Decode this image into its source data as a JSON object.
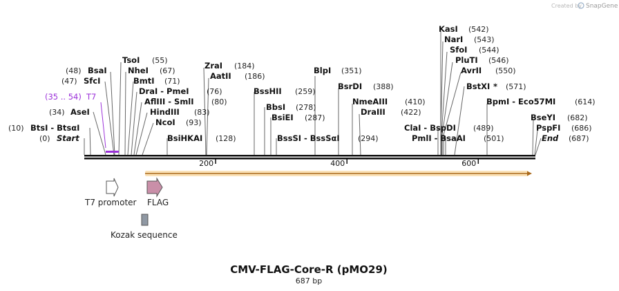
{
  "watermark": {
    "created_by": "Created by",
    "brand": "SnapGene"
  },
  "plasmid": {
    "name": "CMV-FLAG-Core-R (pMO29)",
    "length_label": "687 bp",
    "length_bp": 687
  },
  "ruler_ticks": [
    {
      "bp": 200,
      "label": "200"
    },
    {
      "bp": 400,
      "label": "400"
    },
    {
      "bp": 600,
      "label": "600"
    }
  ],
  "sites": [
    {
      "name": "KasI",
      "pos": "(542)"
    },
    {
      "name": "NarI",
      "pos": "(543)"
    },
    {
      "name": "SfoI",
      "pos": "(544)"
    },
    {
      "name": "PluTI",
      "pos": "(546)"
    },
    {
      "name": "AvrII",
      "pos": "(550)"
    },
    {
      "name": "BstXI",
      "star": "*",
      "pos": "(571)"
    },
    {
      "name": "BpmI - Eco57MI",
      "pos": "(614)"
    },
    {
      "name": "BseYI",
      "pos": "(682)"
    },
    {
      "name": "PspFI",
      "pos": "(686)"
    },
    {
      "name": "End",
      "pos": "(687)"
    },
    {
      "name": "ClaI - BspDI",
      "pos": "(489)"
    },
    {
      "name": "PmlI - BsaAI",
      "pos": "(501)"
    },
    {
      "name": "TsoI",
      "pos": "(55)"
    },
    {
      "name": "BsaI",
      "pos": "(48)"
    },
    {
      "name": "NheI",
      "pos": "(67)"
    },
    {
      "name": "SfcI",
      "pos": "(47)"
    },
    {
      "name": "BmtI",
      "pos": "(71)"
    },
    {
      "name": "DraI - PmeI",
      "pos": "(76)"
    },
    {
      "name": "AflIII - SmlI",
      "pos": "(80)"
    },
    {
      "name": "HindIII",
      "pos": "(83)"
    },
    {
      "name": "AseI",
      "pos": "(34)"
    },
    {
      "name": "NcoI",
      "pos": "(93)"
    },
    {
      "name": "BtsI - BtsαI",
      "pos": "(10)"
    },
    {
      "name": "Start",
      "pos": "(0)"
    },
    {
      "name": "ZraI",
      "pos": "(184)"
    },
    {
      "name": "AatII",
      "pos": "(186)"
    },
    {
      "name": "BsiHKAI",
      "pos": "(128)"
    },
    {
      "name": "BlpI",
      "pos": "(351)"
    },
    {
      "name": "BssHII",
      "pos": "(259)"
    },
    {
      "name": "BsrDI",
      "pos": "(388)"
    },
    {
      "name": "NmeAIII",
      "pos": "(410)"
    },
    {
      "name": "BbsI",
      "pos": "(278)"
    },
    {
      "name": "DraIII",
      "pos": "(422)"
    },
    {
      "name": "BsiEI",
      "pos": "(287)"
    },
    {
      "name": "BssSI - BssSαI",
      "pos": "(294)"
    }
  ],
  "primer": {
    "name": "T7",
    "range": "(35 .. 54)",
    "color": "#9b30d9"
  },
  "features": [
    {
      "name": "T7 promoter",
      "direction": "forward",
      "color": "#ffffff"
    },
    {
      "name": "FLAG",
      "direction": "forward",
      "color": "#c98fa8"
    },
    {
      "name": "Kozak sequence",
      "direction": "none",
      "color": "#8f98a3"
    }
  ],
  "orf": {
    "color": "#f0a030",
    "direction": "forward"
  }
}
